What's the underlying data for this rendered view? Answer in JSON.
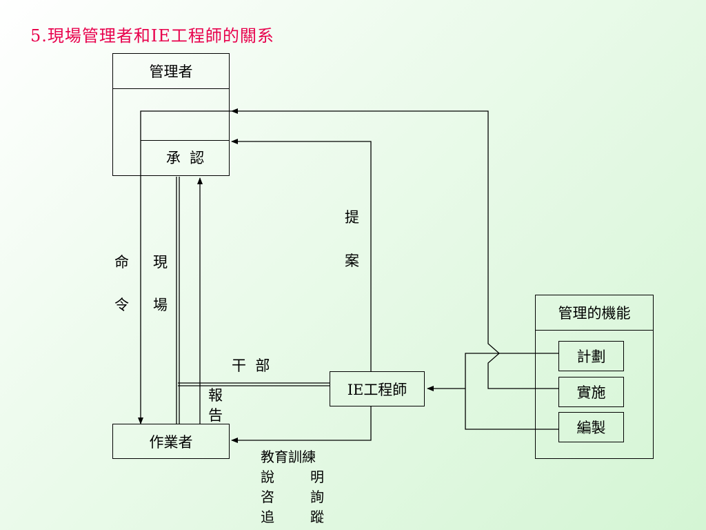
{
  "title": "5.現場管理者和IE工程師的關系",
  "manager": {
    "title": "管理者",
    "approve": "承  認"
  },
  "worker": "作業者",
  "ie_engineer": "IE工程師",
  "functions": {
    "title": "管理的機能",
    "items": [
      "計劃",
      "實施",
      "編製"
    ]
  },
  "labels": {
    "proposal_1": "提",
    "proposal_2": "案",
    "command_1": "命",
    "command_2": "令",
    "site_1": "現",
    "site_2": "場",
    "cadre": "干  部",
    "report_1": "報",
    "report_2": "告"
  },
  "training": [
    [
      "教育訓練",
      ""
    ],
    [
      "說",
      "明"
    ],
    [
      "咨",
      "詢"
    ],
    [
      "追",
      "蹤"
    ]
  ],
  "colors": {
    "title": "#e8004c",
    "line": "#000000"
  }
}
